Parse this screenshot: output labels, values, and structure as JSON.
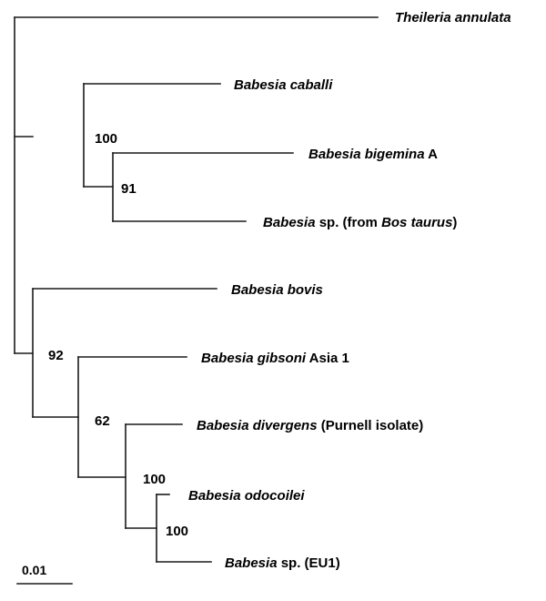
{
  "taxa": {
    "theileria_annulata": {
      "italic": "Theileria annulata",
      "rest": ""
    },
    "babesia_caballi": {
      "italic": "Babesia caballi",
      "rest": ""
    },
    "babesia_bigemina_a": {
      "italic": "Babesia bigemina",
      "rest": " A"
    },
    "babesia_sp_bos": {
      "italic": "Babesia",
      "rest": " sp. (from ",
      "italic2": "Bos taurus",
      "rest2": ")"
    },
    "babesia_bovis": {
      "italic": "Babesia bovis",
      "rest": ""
    },
    "babesia_gibsoni": {
      "italic": "Babesia gibsoni",
      "rest": " Asia 1"
    },
    "babesia_divergens": {
      "italic": "Babesia divergens",
      "rest": " (Purnell isolate)"
    },
    "babesia_odocoilei": {
      "italic": "Babesia odocoilei",
      "rest": ""
    },
    "babesia_sp_eu1": {
      "italic": "Babesia",
      "rest": " sp. (EU1)"
    }
  },
  "bootstrap": {
    "caballi_bigemina_clade": "100",
    "bigemina_bos_clade": "91",
    "bovis_gibsoni_clade": "92",
    "gibsoni_divergens_clade": "62",
    "divergens_odocoilei_clade": "100",
    "odocoilei_eu1_clade": "100"
  },
  "scale_bar": {
    "label": "0.01"
  }
}
